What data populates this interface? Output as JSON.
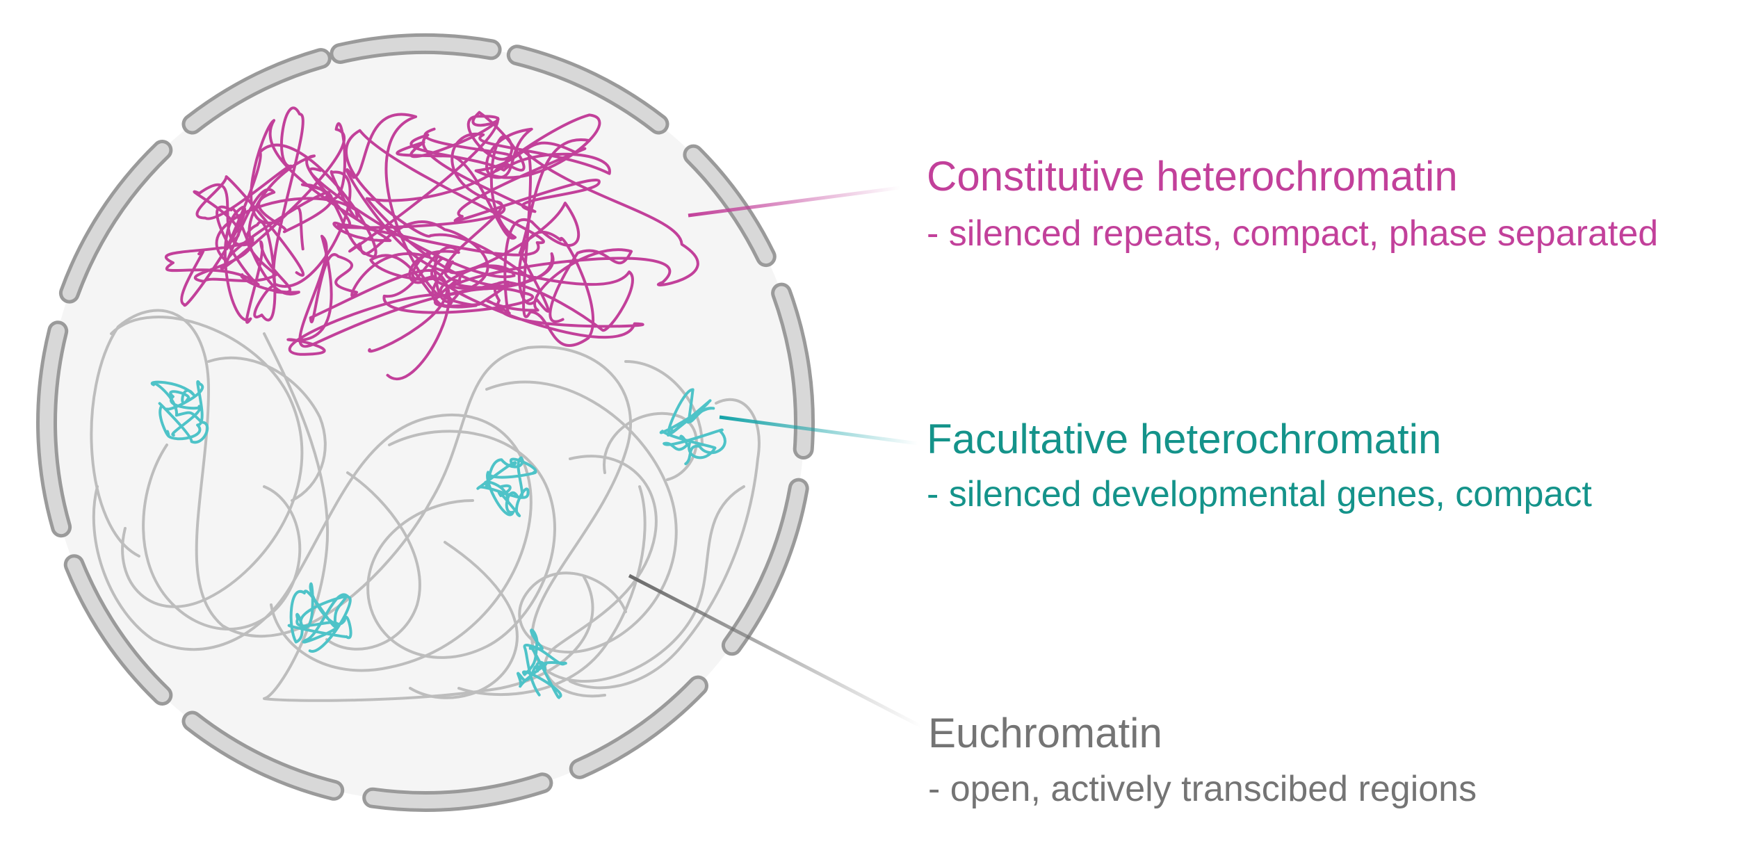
{
  "colors": {
    "constitutive": "#c2409a",
    "facultative": "#14938a",
    "facultative_loops": "#4ec3c8",
    "euchromatin": "#747474",
    "euchromatin_loops": "#bdbdbd",
    "envelope_fill": "#d8d8d8",
    "envelope_stroke": "#9a9a9a",
    "nucleus_fill": "#f5f5f5"
  },
  "labels": {
    "constitutive": {
      "title": "Constitutive heterochromatin",
      "desc": "- silenced repeats, compact, phase separated"
    },
    "facultative": {
      "title": "Facultative heterochromatin",
      "desc": "- silenced developmental genes, compact"
    },
    "euchromatin": {
      "title": "Euchromatin",
      "desc": "- open, actively transcibed regions"
    }
  }
}
